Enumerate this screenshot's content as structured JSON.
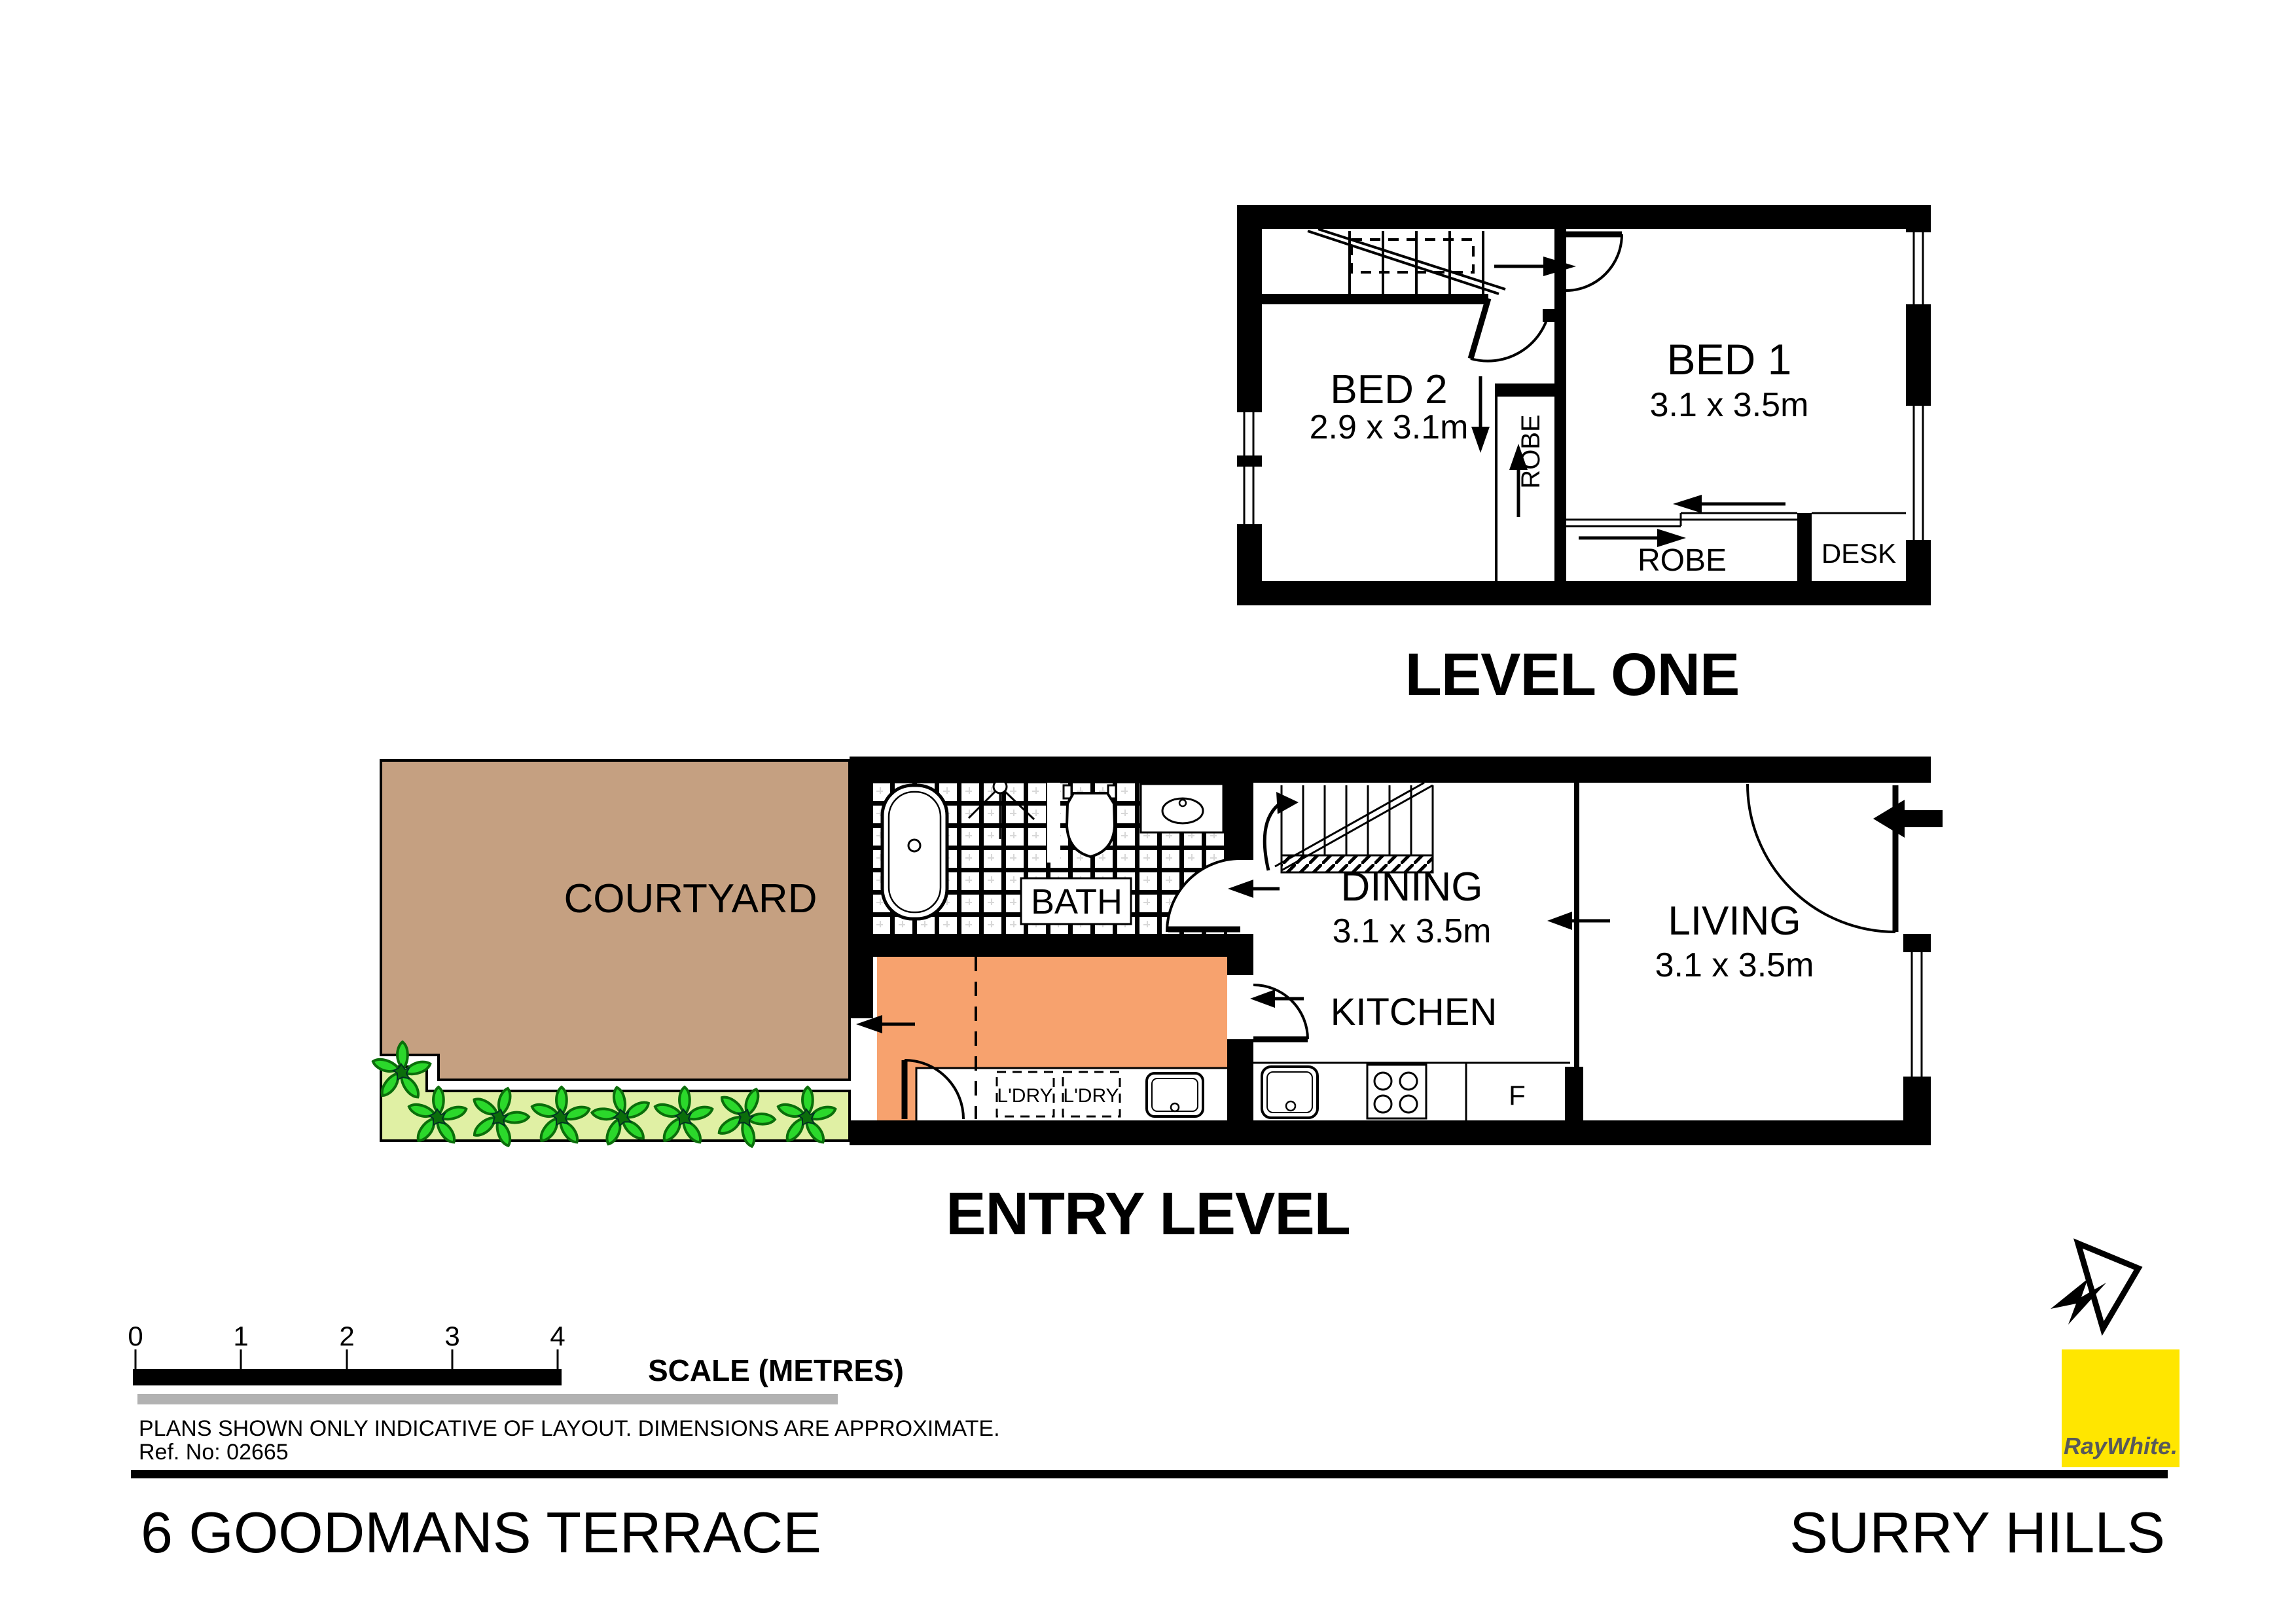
{
  "colors": {
    "courtyard": "#C5A081",
    "garden": "#E0F0A4",
    "plant": "#2BD82B",
    "plant_dark": "#0B6E0B",
    "hall_orange": "#F7A26E",
    "brand_yellow": "#FFE600",
    "brand_text": "#58595B",
    "bar_gray": "#B2B2B2",
    "ink": "#000000"
  },
  "level_one": {
    "caption": "LEVEL ONE",
    "bed1_label": "BED 1",
    "bed1_dims": "3.1 x 3.5m",
    "bed2_label": "BED 2",
    "bed2_dims": "2.9 x 3.1m",
    "robe_side": "ROBE",
    "robe_bottom": "ROBE",
    "desk": "DESK"
  },
  "entry_level": {
    "caption": "ENTRY LEVEL",
    "courtyard": "COURTYARD",
    "bath": "BATH",
    "dining_label": "DINING",
    "dining_dims": "3.1 x 3.5m",
    "living_label": "LIVING",
    "living_dims": "3.1 x 3.5m",
    "kitchen": "KITCHEN",
    "laundry_1": "L'DRY",
    "laundry_2": "L'DRY",
    "fridge": "F"
  },
  "scale_bar": {
    "ticks": [
      "0",
      "1",
      "2",
      "3",
      "4"
    ],
    "label": "SCALE (METRES)"
  },
  "notes": {
    "disclaimer": "PLANS SHOWN ONLY INDICATIVE OF LAYOUT.  DIMENSIONS ARE APPROXIMATE.",
    "ref": "Ref. No: 02665"
  },
  "footer": {
    "address": "6 GOODMANS TERRACE",
    "suburb": "SURRY HILLS"
  },
  "branding": {
    "logo_text": "RayWhite."
  }
}
